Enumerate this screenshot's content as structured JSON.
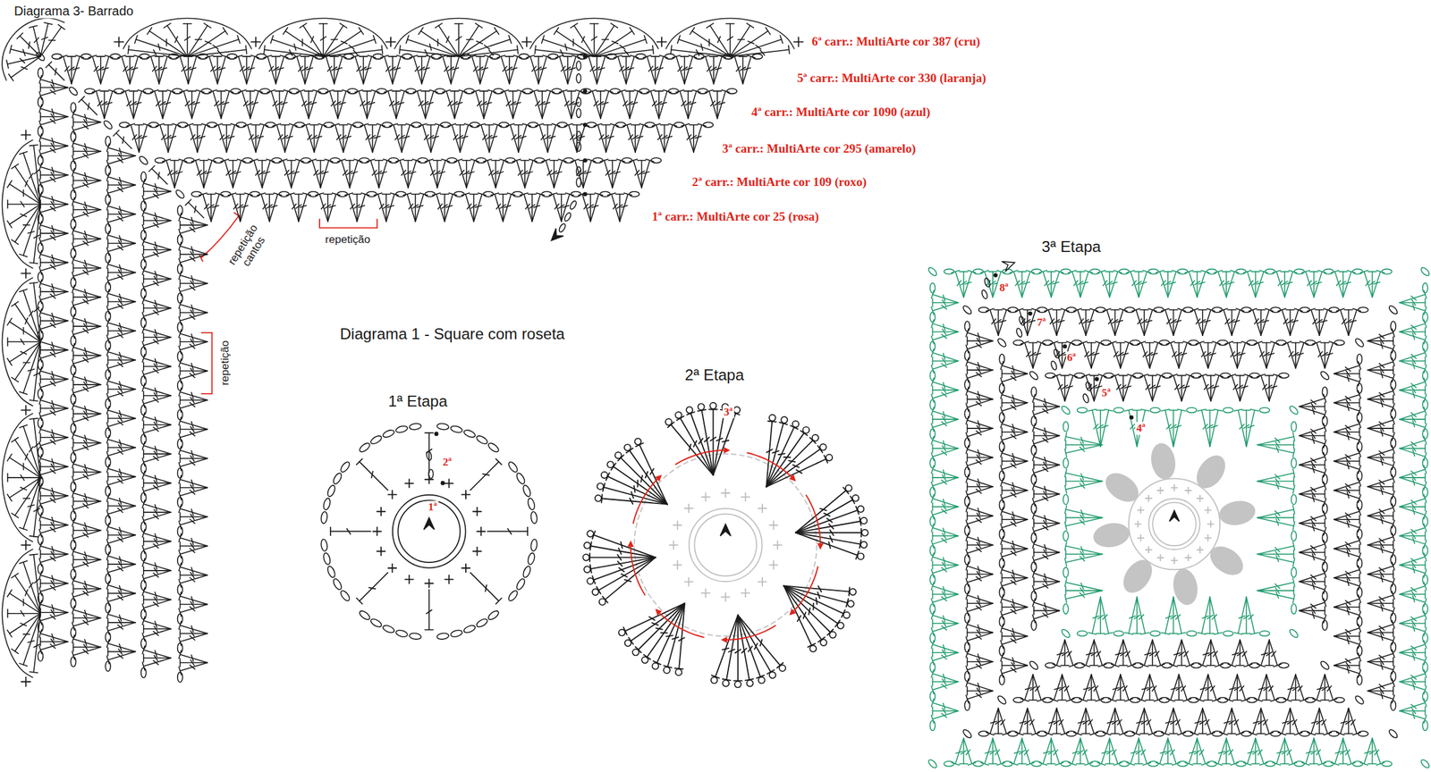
{
  "diagram": {
    "labels": [
      "Diagrama 3- Barrado",
      "6ª carr.: MultiArte cor 387 (cru)",
      "5ª carr.: MultiArte cor 330 (laranja)",
      "4ª carr.: MultiArte cor 1090 (azul)",
      "3ª carr.: MultiArte cor 295 (amarelo)",
      "2ª carr.: MultiArte cor 109 (roxo)",
      "1ª carr.: MultiArte cor 25 (rosa)",
      "repetição cantos",
      "repetição",
      "repetição",
      "Diagrama 1 - Square com roseta",
      "1ª Etapa",
      "2ª",
      "1ª",
      "2ª Etapa",
      "3ª",
      "3ª Etapa",
      "8ª",
      "7ª",
      "6ª",
      "5ª",
      "4ª"
    ]
  }
}
